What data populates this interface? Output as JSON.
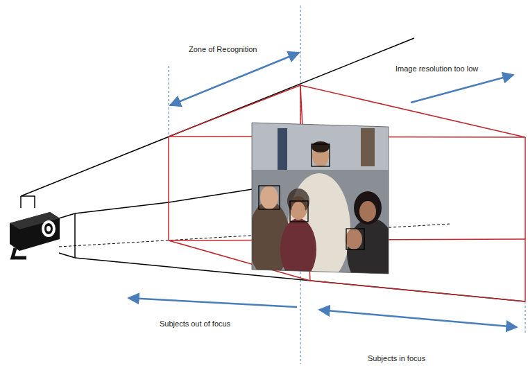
{
  "diagram": {
    "labels": [
      "Zone of Recognition",
      "Image resolution too low",
      "Subjects out of focus",
      "Subjects in focus"
    ]
  }
}
